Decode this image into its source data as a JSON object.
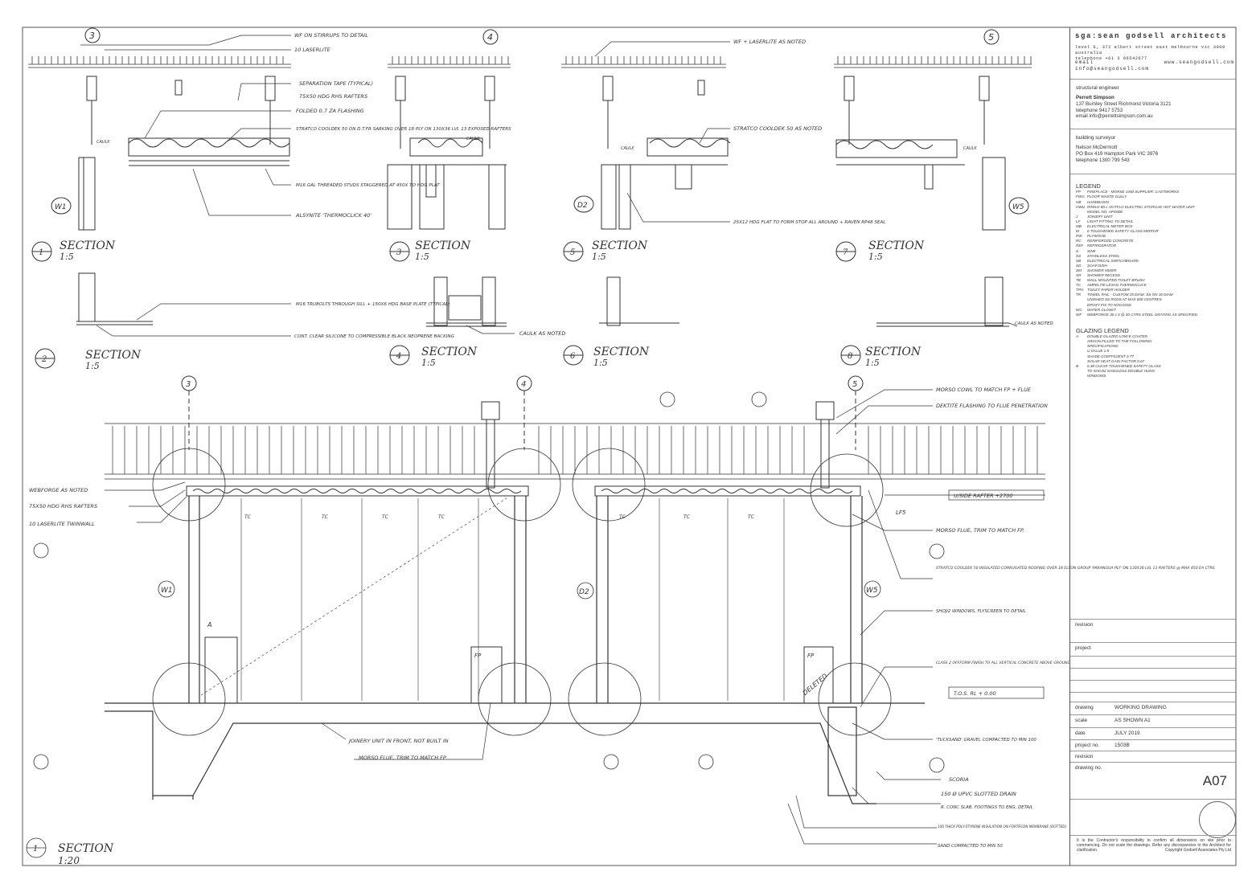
{
  "firm": {
    "name": "sga:sean godsell architects",
    "address": "level 6, 372 albert street east melbourne vic 3000 australia",
    "telephone": "telephone +61 3 96542677",
    "email": "email info@seangodsell.com",
    "web": "www.seangodsell.com"
  },
  "structural_engineer": {
    "heading": "structural engineer",
    "name": "Perrett Simpson",
    "address": "137 Burnley Street Richmond Victoria 3121",
    "telephone": "telephone    9417 5753",
    "email": "email        info@perrettsimpson.com.au"
  },
  "building_surveyor": {
    "heading": "building surveyor",
    "name": "Nelson McDermott",
    "address": "PO Box 419 Hampton Park VIC 3976",
    "telephone": "telephone 1300 799 543"
  },
  "legend": {
    "heading": "LEGEND",
    "items": [
      {
        "k": "FP",
        "v": "FIREPLACE - MORSE 1440 SUPPLIER: CASTWORKS"
      },
      {
        "k": "FWG",
        "v": "FLOOR WASTE GULLY"
      },
      {
        "k": "HB",
        "v": "HANDBASIN"
      },
      {
        "k": "HWU",
        "v": "RINNAI 80 L HOTFLO ELECTRIC STORGAE HOT WATER UNIT"
      },
      {
        "k": "",
        "v": "MODEL NO. HFE80E"
      },
      {
        "k": "J",
        "v": "JOINERY UNIT"
      },
      {
        "k": "LF",
        "v": "LIGHT FITTING TO DETAIL"
      },
      {
        "k": "MB",
        "v": "ELECTRICAL METER BOX"
      },
      {
        "k": "M",
        "v": "6 TOUGHENED SAFETY GLASS MIRROR"
      },
      {
        "k": "PW",
        "v": "PLYWOOD"
      },
      {
        "k": "RC",
        "v": "REINFORCED CONCRETE"
      },
      {
        "k": "REF",
        "v": "REFRIGERATOR"
      },
      {
        "k": "S",
        "v": "SINK"
      },
      {
        "k": "SS",
        "v": "STAINLESS STEEL"
      },
      {
        "k": "SB",
        "v": "ELECTRICAL SWITCHBOARD"
      },
      {
        "k": "SD",
        "v": "SOAP DISH"
      },
      {
        "k": "SM",
        "v": "SHOWER MIXER"
      },
      {
        "k": "SR",
        "v": "SHOWER RECESS"
      },
      {
        "k": "TB",
        "v": "WALL MOUNTED TOILET BRUSH"
      },
      {
        "k": "TC",
        "v": "AMPELITE LEXAN THERMOCLICK"
      },
      {
        "k": "TPH",
        "v": "TOILET PAPER HOLDER"
      },
      {
        "k": "TR",
        "v": "TOWEL RAIL - CUSTOM 25 DIAM. SS ON 10 DIAM"
      },
      {
        "k": "",
        "v": "UNISHED SS RODS AT MAX 600 CENTRES"
      },
      {
        "k": "",
        "v": "EPOXY FIX TO NOGGINS"
      },
      {
        "k": "WC",
        "v": "WATER CLOSET"
      },
      {
        "k": "WF",
        "v": "WEBFORGE 30 x 3 @ 30 CTRS STEEL GRATING AS SPECIFIED"
      }
    ]
  },
  "glazing_legend": {
    "heading": "GLAZING LEGEND",
    "items": [
      {
        "k": "A",
        "v": "DOUBLE GLAZED LOW-E COATED"
      },
      {
        "k": "",
        "v": "ARGON FILLED TO THE FOLLOWING"
      },
      {
        "k": "",
        "v": "SPECIFICATIONS:"
      },
      {
        "k": "",
        "v": "U VALUE 1.9"
      },
      {
        "k": "",
        "v": "SHADE COEFFICIENT 0.77"
      },
      {
        "k": "",
        "v": "SOLAR HEAT GAIN FACTOR 0.67"
      },
      {
        "k": "",
        "v": ""
      },
      {
        "k": "B",
        "v": "6.38 CLEAR TOUGHENED SAFETY GLASS"
      },
      {
        "k": "",
        "v": "TO SHOJI2 SASHLESS DOUBLE HUNG"
      },
      {
        "k": "",
        "v": "WINDOWS"
      }
    ]
  },
  "title_rows": {
    "revision_label": "revision",
    "project_label": "project",
    "drawing_label": "drawing",
    "drawing_value": "WORKING DRAWING",
    "scale_label": "scale",
    "scale_value": "AS SHOWN A1",
    "date_label": "date",
    "date_value": "JULY 2019",
    "project_no_label": "project no.",
    "project_no_value": "1503B",
    "revision2_label": "revision",
    "drawing_no_label": "drawing no.",
    "drawing_no_value": "A07"
  },
  "disclaimer": "It is the Contractor's responsibility to confirm all dimensions on site prior to commencing. Do not scale the drawings. Refer any discrepancies to the Architect for clarification.",
  "copyright": "Copyright Godsell Associates Pty Ltd",
  "drawing": {
    "grid_3": "3",
    "grid_4": "4",
    "grid_5": "5",
    "sections": [
      {
        "num": "1",
        "title": "SECTION",
        "scale": "1:5"
      },
      {
        "num": "3",
        "title": "SECTION",
        "scale": "1:5"
      },
      {
        "num": "5",
        "title": "SECTION",
        "scale": "1:5"
      },
      {
        "num": "7",
        "title": "SECTION",
        "scale": "1:5"
      },
      {
        "num": "2",
        "title": "SECTION",
        "scale": "1:5"
      },
      {
        "num": "4",
        "title": "SECTION",
        "scale": "1:5"
      },
      {
        "num": "6",
        "title": "SECTION",
        "scale": "1:5"
      },
      {
        "num": "8",
        "title": "SECTION",
        "scale": "1:5"
      }
    ],
    "main_section": {
      "num": "1",
      "title": "SECTION",
      "scale": "1:20"
    },
    "tags": {
      "w1": "W1",
      "d2": "D2",
      "w5": "W5",
      "a": "A",
      "fp": "FP",
      "tc": "TC",
      "lf": "LF5"
    },
    "notes_top": [
      "WF ON STIRRUPS TO DETAIL",
      "10 LASERLITE",
      "SEPARATION TAPE (TYPICAL)",
      "75X50 HDG RHS RAFTERS",
      "FOLDED 0.7 ZA FLASHING",
      "STRATCO COOLDEK 50 ON D.T.FR SARKING OVER 18 PLY ON 130X36 LVL 13 EXPOSED RAFTERS",
      "M16 GAL THREADED STUDS STAGGERED AT 450X TO HDG PLAT",
      "ALSYNITE 'THERMOCLICK 40'",
      "M16 TRUBOLTS THROUGH SILL + 150X6 HDG BASE PLATE (TYPICAL)",
      "CONT. CLEAR SILICONE TO COMPRESSIBLE BLACK NEOPRENE BACKING",
      "WF + LASERLITE AS NOTED",
      "STRATCO COOLDEK 50 AS NOTED",
      "25X12 HDG FLAT TO FORM STOP ALL AROUND + RAVEN RP48 SEAL",
      "CAULK",
      "CAULK AS NOTED",
      "CAULK AS NOTED"
    ],
    "notes_main": [
      "MORSO COWL TO MATCH FP + FLUE",
      "DEKTITE FLASHING TO FLUE PENETRATION",
      "U/SIDE RAFTER +2700",
      "MORSO FLUE, TRIM TO MATCH FP.",
      "STRATCO COOLDEK 50 INSULATED CORRUGATED ROOFING OVER 18 ELTON GROUP 'PARANGUA PLY' ON 130X36 LVL 13 RAFTERS @ MAX 450 EA CTRS",
      "SHOJI2 WINDOWS, FLYSCREEN TO DETAIL",
      "CLASS 2 OFFFORM FINISH TO ALL VERTICAL CONCRETE ABOVE GROUND",
      "T.O.S. RL + 0.00",
      "'TUCKSAND' GRAVEL COMPACTED TO MIN 100",
      "SCORIA",
      "150 Ø UPVC SLOTTED DRAIN",
      "R. CONC SLAB, FOOTINGS TO ENG. DETAIL",
      "100 THICK POLY-STYRENE INSULATION ON FORTECON MEMBRANE (DOTTED)",
      "SAND COMPACTED TO MIN 50",
      "WEBFORGE AS NOTED",
      "75X50 HDG RHS RAFTERS",
      "10 LASERLITE TWINWALL",
      "JOINERY UNIT IN FRONT, NOT BUILT IN",
      "MORSO FLUE, TRIM TO MATCH FP",
      "DELETED"
    ]
  }
}
